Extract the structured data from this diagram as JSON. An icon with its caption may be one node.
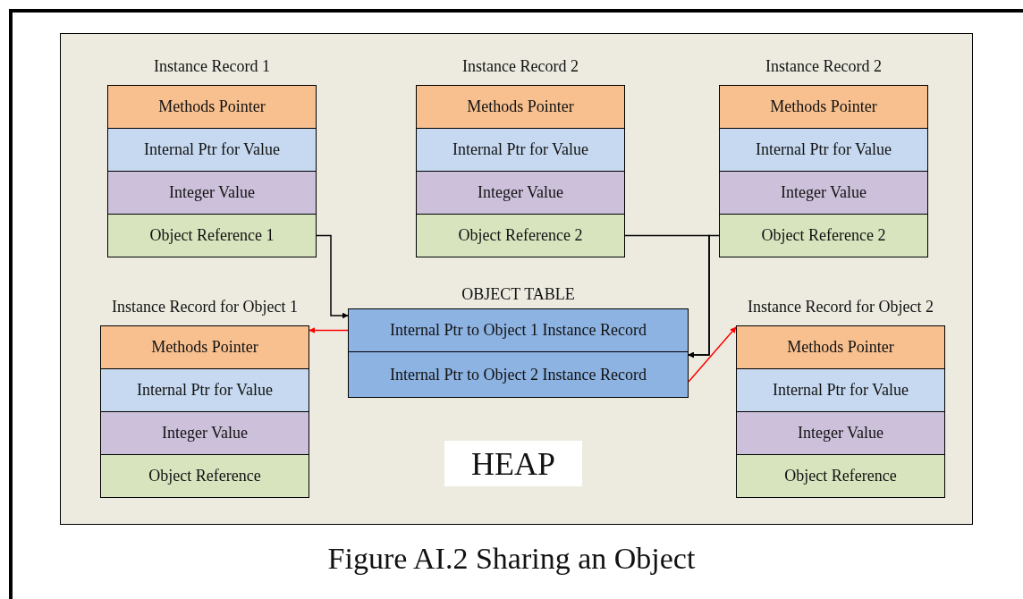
{
  "diagram": {
    "caption": "Figure AI.2 Sharing an Object",
    "nodes": [
      {
        "text": [],
        "shape": "box"
      },
      {
        "text": [
          "Instance Record 1"
        ],
        "in": 0
      },
      {
        "text": [
          "Methods Pointer"
        ],
        "in": 1
      },
      {
        "text": [
          "Internal Ptr for Value"
        ],
        "in": 1
      },
      {
        "text": [
          "Integer Value"
        ],
        "in": 1
      },
      {
        "text": [
          "Object Reference 1"
        ],
        "in": 1
      },
      {
        "text": [
          "Instance Record 2"
        ],
        "in": 0
      },
      {
        "text": [
          "Methods Pointer"
        ],
        "in": 6
      },
      {
        "text": [
          "Internal Ptr for Value"
        ],
        "in": 6
      },
      {
        "text": [
          "Integer Value"
        ],
        "in": 6
      },
      {
        "text": [
          "Object Reference 2"
        ],
        "in": 6
      },
      {
        "text": [
          "Instance Record 2"
        ],
        "in": 0
      },
      {
        "text": [
          "Methods Pointer"
        ],
        "in": 11
      },
      {
        "text": [
          "Internal Ptr for Value"
        ],
        "in": 11
      },
      {
        "text": [
          "Integer Value"
        ],
        "in": 11
      },
      {
        "text": [
          "Object Reference 2"
        ],
        "in": 11
      },
      {
        "text": [
          "OBJECT TABLE"
        ],
        "in": 0
      },
      {
        "text": [
          "Internal Ptr to Object 1 Instance Record"
        ],
        "in": 16
      },
      {
        "text": [
          "Internal Ptr to Object 2 Instance Record"
        ],
        "in": 16
      },
      {
        "text": [
          "Instance Record for Object 1"
        ],
        "in": 0
      },
      {
        "text": [
          "Methods Pointer"
        ],
        "in": 19
      },
      {
        "text": [
          "Internal Ptr for Value"
        ],
        "in": 19
      },
      {
        "text": [
          "Integer Value"
        ],
        "in": 19
      },
      {
        "text": [
          "Object Reference"
        ],
        "in": 19
      },
      {
        "text": [
          "Instance Record for Object 2"
        ],
        "in": 0
      },
      {
        "text": [
          "Methods Pointer"
        ],
        "in": 24
      },
      {
        "text": [
          "Internal Ptr for Value"
        ],
        "in": 24
      },
      {
        "text": [
          "Integer Value"
        ],
        "in": 24
      },
      {
        "text": [
          "Object Reference"
        ],
        "in": 24
      },
      {
        "text": [
          "HEAP"
        ],
        "in": 0
      }
    ],
    "edges": [
      {
        "from": 5,
        "to": 17,
        "arrow": "to"
      },
      {
        "from": 10,
        "to": 18,
        "arrow": "to"
      },
      {
        "from": 15,
        "to": 18,
        "arrow": "to"
      },
      {
        "from": 17,
        "to": 20,
        "arrow": "to",
        "color": "#ff0000"
      },
      {
        "from": 18,
        "to": 25,
        "arrow": "to",
        "color": "#ff0000"
      }
    ]
  }
}
